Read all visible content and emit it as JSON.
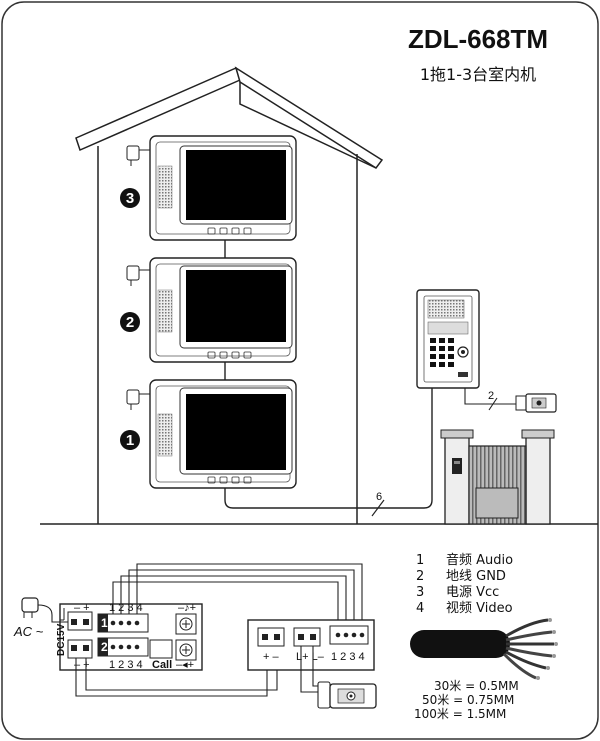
{
  "header": {
    "model": "ZDL-668TM",
    "subtitle": "1拖1-3台室内机"
  },
  "monitors": [
    {
      "number": "3"
    },
    {
      "number": "2"
    },
    {
      "number": "1"
    }
  ],
  "cables": {
    "main_count": "6",
    "lock_count": "2"
  },
  "legend": [
    {
      "num": "1",
      "text": "音频 Audio"
    },
    {
      "num": "2",
      "text": "地线 GND"
    },
    {
      "num": "3",
      "text": "电源 Vcc"
    },
    {
      "num": "4",
      "text": "视频 Video"
    }
  ],
  "specs": [
    "30米 = 0.5MM",
    "50米 = 0.75MM",
    "100米 = 1.5MM"
  ],
  "wiring": {
    "ac_label": "AC ~",
    "dc_label": "DC15V",
    "minus_plus": "– +",
    "port_1234": "1 2 3 4",
    "call_label": "Call",
    "block1": "1",
    "block2": "2",
    "door_plus_minus": "+ –",
    "door_lock": "L+ L–",
    "door_1234": "1 2 3 4",
    "chime_label": "–♪+",
    "speaker_label": "–◂+"
  }
}
